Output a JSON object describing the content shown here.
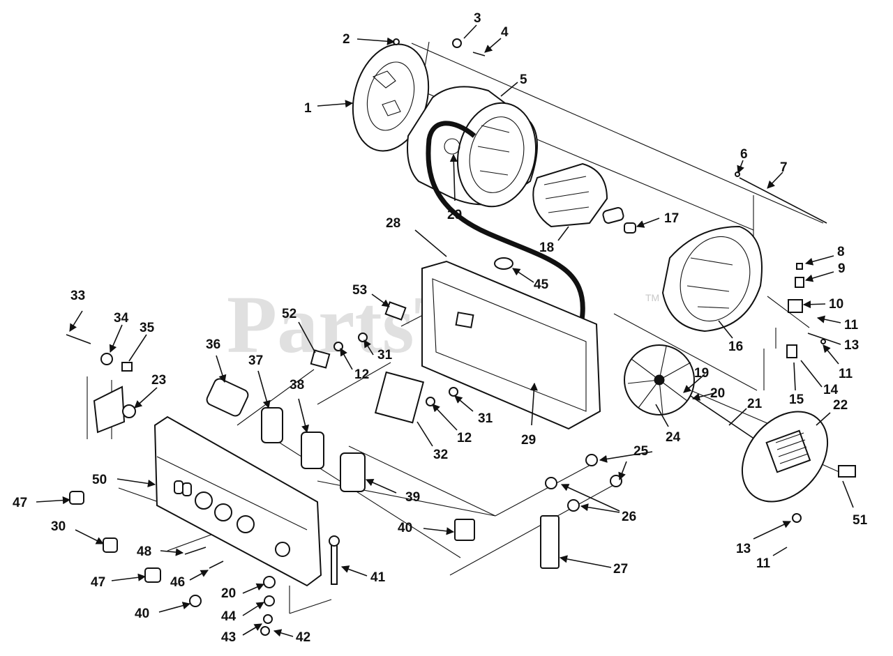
{
  "watermark": {
    "text": "PartsTree",
    "mark": "TM"
  },
  "callouts": [
    "1",
    "2",
    "3",
    "4",
    "5",
    "6",
    "7",
    "8",
    "9",
    "10",
    "11",
    "11",
    "11",
    "12",
    "12",
    "13",
    "13",
    "14",
    "15",
    "16",
    "17",
    "18",
    "19",
    "20",
    "20",
    "21",
    "22",
    "23",
    "24",
    "25",
    "26",
    "27",
    "28",
    "29",
    "29",
    "30",
    "31",
    "31",
    "32",
    "33",
    "34",
    "35",
    "36",
    "37",
    "38",
    "39",
    "40",
    "40",
    "41",
    "42",
    "43",
    "44",
    "45",
    "46",
    "47",
    "47",
    "48",
    "50",
    "51",
    "52",
    "53"
  ]
}
